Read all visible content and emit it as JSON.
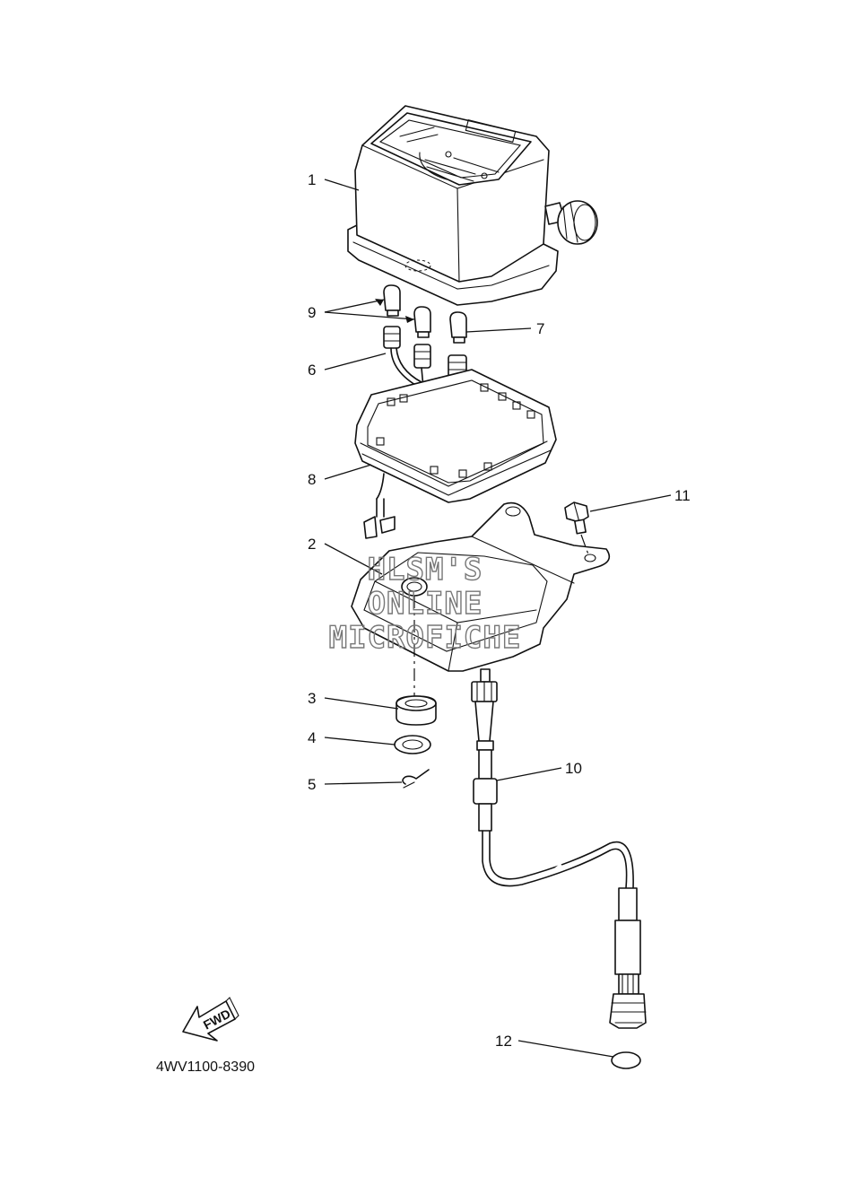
{
  "callouts": [
    "1",
    "2",
    "3",
    "4",
    "5",
    "6",
    "7",
    "8",
    "9",
    "10",
    "11",
    "12"
  ],
  "watermark": [
    "HLSM'S",
    "ONLINE",
    "MICROFICHE"
  ],
  "fwd_label": "FWD",
  "diagram_code": "4WV1100-8390"
}
